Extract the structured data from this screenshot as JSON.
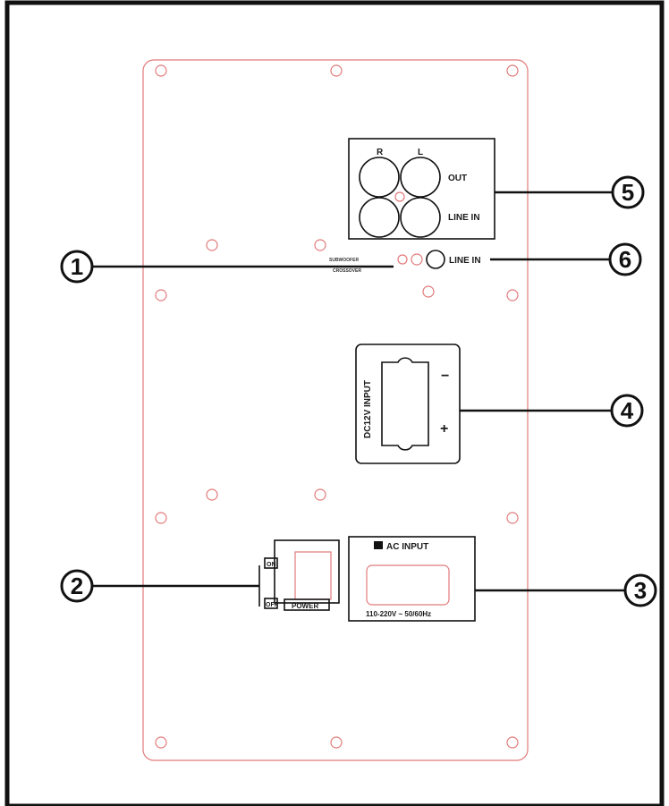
{
  "panel": {
    "connector_labels": {
      "channel_right": "R",
      "channel_left": "L",
      "out": "OUT",
      "line_in_top": "LINE IN",
      "line_in_side": "LINE IN",
      "dc_input": "DC12V INPUT",
      "dc_minus": "−",
      "dc_plus": "+",
      "ac_input": "AC INPUT",
      "ac_voltage": "110-220V ~ 50/60Hz",
      "switch_on": "ON",
      "switch_off": "OFF",
      "power": "POWER",
      "small_label_1": "SUBWOOFER",
      "small_label_2": "CROSSOVER"
    },
    "callouts": [
      {
        "number": "1"
      },
      {
        "number": "2"
      },
      {
        "number": "3"
      },
      {
        "number": "4"
      },
      {
        "number": "5"
      },
      {
        "number": "6"
      }
    ]
  },
  "colors": {
    "outline": "#111111",
    "plate_outline": "#e27a7a",
    "background": "#ffffff"
  }
}
